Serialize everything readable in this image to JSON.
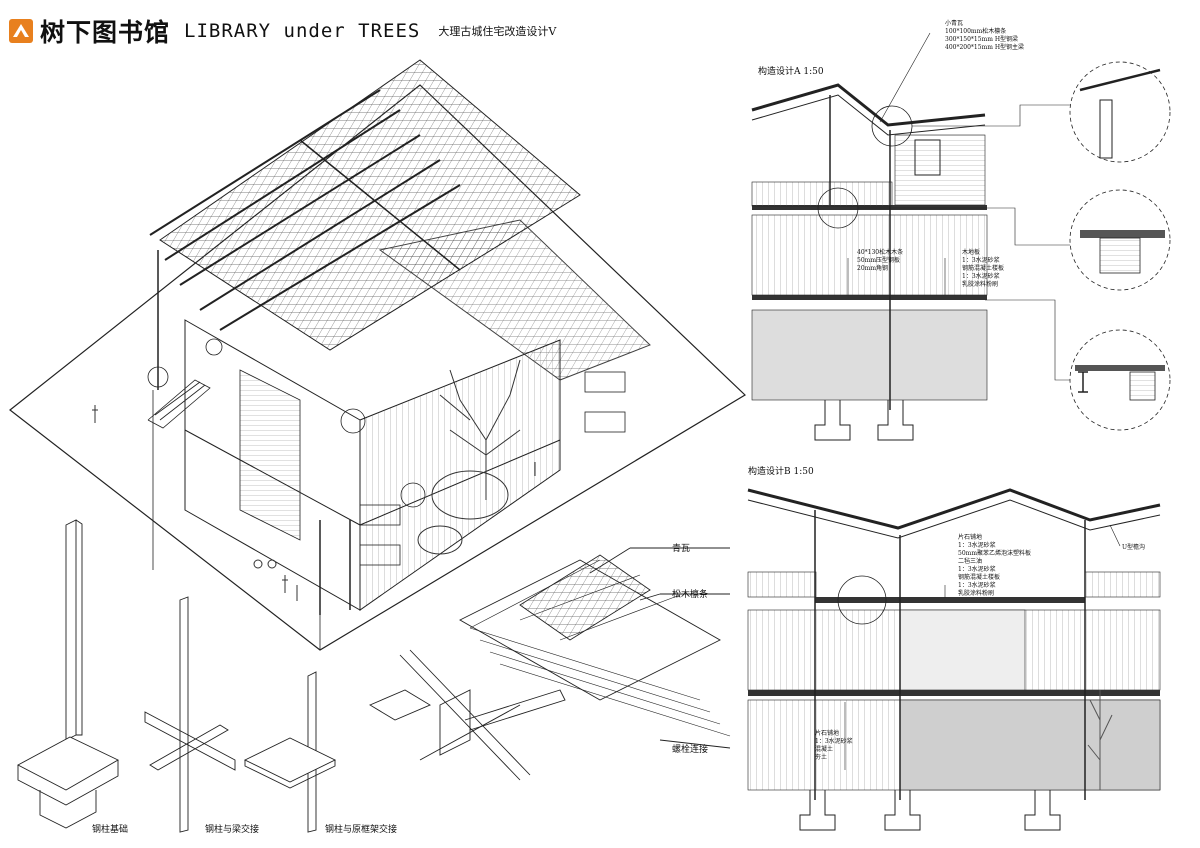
{
  "header": {
    "title_cn": "树下图书馆",
    "title_en": "LIBRARY under TREES",
    "subtitle": "大理古城住宅改造设计Ⅴ",
    "logo_color": "#e8801e"
  },
  "roof_components": {
    "tile": "青瓦",
    "purlin": "松木檩条",
    "bolt": "螺栓连接"
  },
  "column_details": {
    "base": "钢柱基础",
    "beam_joint": "钢柱与梁交接",
    "frame_joint": "钢柱与原框架交接"
  },
  "detail_a": {
    "title": "构造设计A 1:50",
    "roof_note": [
      "小青瓦",
      "100*100mm松木檩条",
      "300*150*15mm H型钢梁",
      "400*200*15mm H型钢主梁"
    ],
    "floor_note": [
      "40*130松木木条",
      "50mm压型钢板",
      "20mm角钢"
    ],
    "wall_note": [
      "木地板",
      "1：3水泥砂浆",
      "钢筋混凝土楼板",
      "1：3水泥砂浆",
      "乳胶涂料粉刷"
    ]
  },
  "detail_b": {
    "title": "构造设计B 1:50",
    "floor_note": [
      "片石铺地",
      "1：3水泥砂浆",
      "50mm聚苯乙烯泡沫塑料板",
      "二毡三油",
      "1：3水泥砂浆",
      "钢筋混凝土楼板",
      "1：3水泥砂浆",
      "乳胶涂料粉刷"
    ],
    "gutter": "U型檐沟",
    "ground_note": [
      "片石铺地",
      "1：3水泥砂浆",
      "混凝土",
      "夯土"
    ]
  }
}
